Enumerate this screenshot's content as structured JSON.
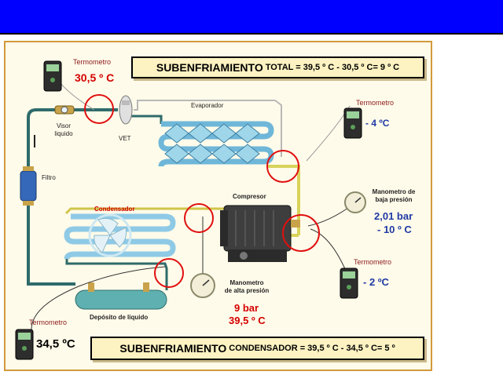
{
  "banner_top": {
    "lead": "SUBENFRIAMIENTO",
    "rest": "TOTAL = 39,5 º C - 30,5 º C= 9 º C"
  },
  "banner_bottom": {
    "lead": "SUBENFRIAMIENTO",
    "rest": "CONDENSADOR = 39,5 º C - 34,5 º C= 5 º"
  },
  "labels": {
    "thermo_top_left_title": "Termometro",
    "thermo_top_left_value": "30,5 º C",
    "visor": "Visor\nliquido",
    "vet": "VET",
    "evaporador": "Evaporador",
    "filtro": "Filtro",
    "condensador": "Condensador",
    "compresor": "Compresor",
    "deposito": "Depósito de liquido",
    "thermo_right_top_title": "Termometro",
    "thermo_right_top_value": "- 4 ºC",
    "low_gauge_title": "Manometro de\nbaja presión",
    "low_gauge_value1": "2,01 bar",
    "low_gauge_value2": "- 10 º C",
    "thermo_right_bottom_title": "Termometro",
    "thermo_right_bottom_value": "- 2 ºC",
    "high_gauge_title": "Manometro\nde alta presión",
    "high_gauge_value1": "9 bar",
    "high_gauge_value2": "39,5 º C",
    "thermo_bottom_left_title": "Termometro",
    "thermo_bottom_left_value": "34,5 ºC"
  },
  "colors": {
    "title_bar": "#0000ff",
    "pipe_liquid": "#2f6b6b",
    "pipe_suction": "#d8d35a",
    "coil": "#8ecae6",
    "highlight_circle": "#e01010",
    "frame_border": "#d19a3a"
  }
}
